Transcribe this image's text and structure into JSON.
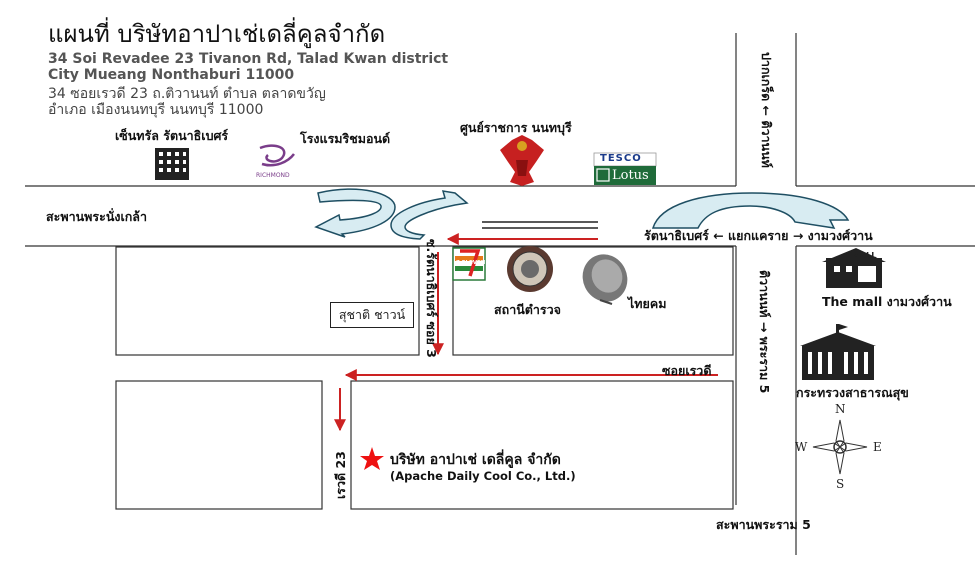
{
  "title": "แผนที่ บริษัทอาปาเช่เดลี่คูลจำกัด",
  "address_en": [
    "34 Soi Revadee 23 Tivanon Rd, Talad Kwan district",
    "City Mueang Nonthaburi 11000"
  ],
  "address_th": [
    "34 ซอยเรวดี 23 ถ.ติวานนท์ ตำบล ตลาดขวัญ",
    "อำเภอ เมืองนนทบุรี นนทบุรี 11000"
  ],
  "landmarks": {
    "central": "เซ็นทรัล รัตนาธิเบศร์",
    "richmond": "โรงแรมริชมอนด์",
    "richmond_logo": "RICHMOND",
    "govt_center": "ศูนย์ราชการ นนทบุรี",
    "tesco_top": "TESCO",
    "tesco_bottom": "Lotus",
    "seven_eleven": "7 ELEVEN",
    "police": "สถานีตำรวจ",
    "thaicom": "ไทยคม",
    "mall_sign": "MALL",
    "mall": "The mall งามวงศ์วาน",
    "ministry": "กระทรวงสาธารณสุข",
    "suchat": "สุชาติ ชาวน์"
  },
  "roads": {
    "bridge_nangklao": "สะพานพระนั่งเกล้า",
    "ratanathibet_junction": "รัตนาธิเบศร์ ← แยกแคราย → งามวงศ์วาน",
    "pak_kret": "ปากเกร็ด ← ติวานนท์",
    "rat_soi3": "ซ.รัตนาธิเบศร์ ซอย 3",
    "soi_rewadee": "ซอยเรวดี",
    "tiwanon_rama5": "ติวานนท์ → พระราม 5",
    "rewadee_23": "เรวดี 23",
    "bridge_rama5": "สะพานพระราม 5"
  },
  "company": {
    "name_th": "บริษัท อาปาเช่ เดลี่คูล จำกัด",
    "name_en": "(Apache Daily Cool Co., Ltd.)",
    "marker_color": "#ee1111"
  },
  "compass": {
    "n": "N",
    "s": "S",
    "e": "E",
    "w": "W"
  },
  "colors": {
    "arrow": "#cc2222",
    "curve_fill": "#d8ecf2",
    "curve_stroke": "#1f4f63",
    "road": "#333333"
  }
}
